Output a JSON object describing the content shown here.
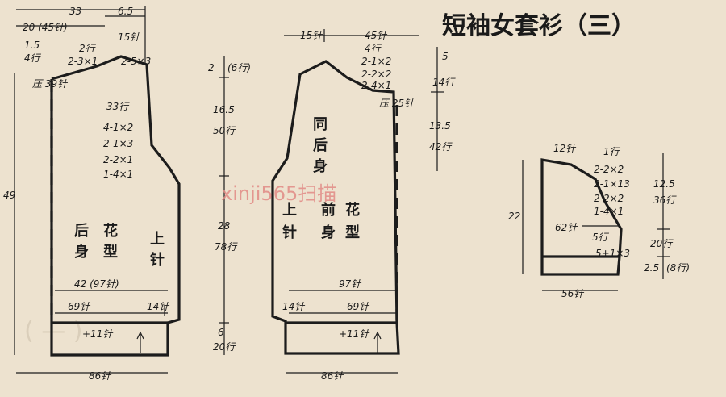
{
  "title": "短袖女套衫（三）",
  "watermark": "xinji565扫描",
  "back": {
    "top_total": "33",
    "top_left": "20 (45针)",
    "top_right": "6.5",
    "top_right_st": "15针",
    "shoulder_rows_a": "2行",
    "shoulder_rows_b": "2-3×1",
    "shoulder_dec": "2-5×3",
    "left_a": "1.5",
    "left_b": "4行",
    "press": "压 39针",
    "armhole_a": "33行",
    "armhole_b": "4-1×2",
    "armhole_c": "2-1×3",
    "armhole_d": "2-2×1",
    "armhole_e": "1-4×1",
    "height": "49",
    "label_back1": "后",
    "label_back2": "身",
    "label_pat1": "花",
    "label_pat2": "型",
    "label_up1": "上",
    "label_up2": "针",
    "width_mid": "42 (97针)",
    "st69": "69针",
    "st14": "14针",
    "plus11": "+11针",
    "bottom": "86针"
  },
  "center": {
    "v1": "2",
    "v1b": "(6行)",
    "v2": "16.5",
    "v2b": "50行",
    "v3": "28",
    "v3b": "78行",
    "v4": "6",
    "v4b": "20行"
  },
  "front": {
    "top_left": "15针",
    "top_right": "45针",
    "rows4": "4行",
    "dec1": "2-1×2",
    "dec2": "2-2×2",
    "dec3": "2-4×1",
    "press": "压 25针",
    "v5": "5",
    "v14": "14行",
    "v135": "13.5",
    "v42": "42行",
    "same1": "同",
    "same2": "后",
    "same3": "身",
    "up1": "上",
    "up2": "针",
    "front1": "前",
    "front2": "身",
    "pat1": "花",
    "pat2": "型",
    "st97": "97针",
    "st14": "14针",
    "st69": "69针",
    "plus11": "+11针",
    "bottom": "86针"
  },
  "sleeve": {
    "top": "12针",
    "rows1": "1行",
    "dec1": "2-2×2",
    "dec2": "2-1×13",
    "dec3": "2-2×2",
    "dec4": "1-4×1",
    "v125": "12.5",
    "v36": "36行",
    "height": "22",
    "st62": "62针",
    "rows5": "5行",
    "inc": "5+1×3",
    "v20": "20行",
    "v25": "2.5",
    "v8": "(8行)",
    "bottom": "56针"
  }
}
